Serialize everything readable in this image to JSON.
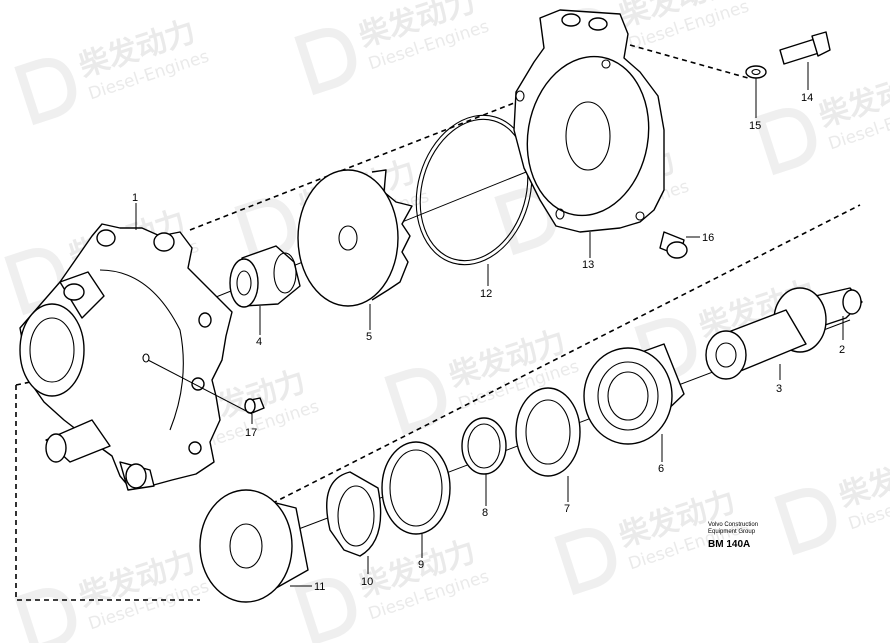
{
  "watermark": {
    "brand": "柴发动力",
    "sub": "Diesel-Engines"
  },
  "caption": {
    "company_line1": "Volvo Construction",
    "company_line2": "Equipment Group",
    "code": "BM 140A"
  },
  "callouts": [
    "1",
    "2",
    "3",
    "4",
    "5",
    "6",
    "7",
    "8",
    "9",
    "10",
    "11",
    "12",
    "13",
    "14",
    "15",
    "16",
    "17"
  ]
}
